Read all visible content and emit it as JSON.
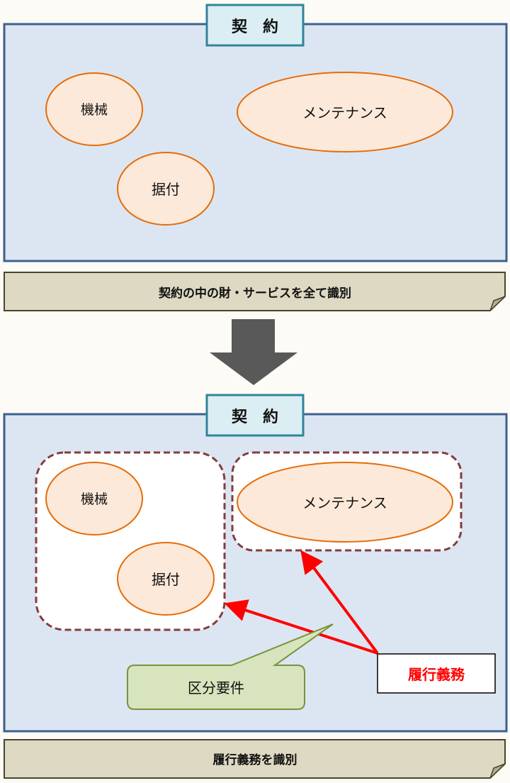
{
  "top_panel": {
    "title": "契　約",
    "items": [
      "機械",
      "メンテナンス",
      "据付"
    ],
    "caption": "契約の中の財・サービスを全て識別"
  },
  "bottom_panel": {
    "title": "契　約",
    "items": [
      "機械",
      "メンテナンス",
      "据付"
    ],
    "callout": "区分要件",
    "obligation_label": "履行義務",
    "caption": "履行義務を識別"
  },
  "colors": {
    "panel_fill": "#dce6f2",
    "panel_stroke": "#3e6090",
    "item_fill": "#fde9d9",
    "item_stroke": "#e46c0a",
    "arrow_red": "#ff0000",
    "callout_fill": "#d7e4bd",
    "banner_fill": "#ddd9c3"
  }
}
